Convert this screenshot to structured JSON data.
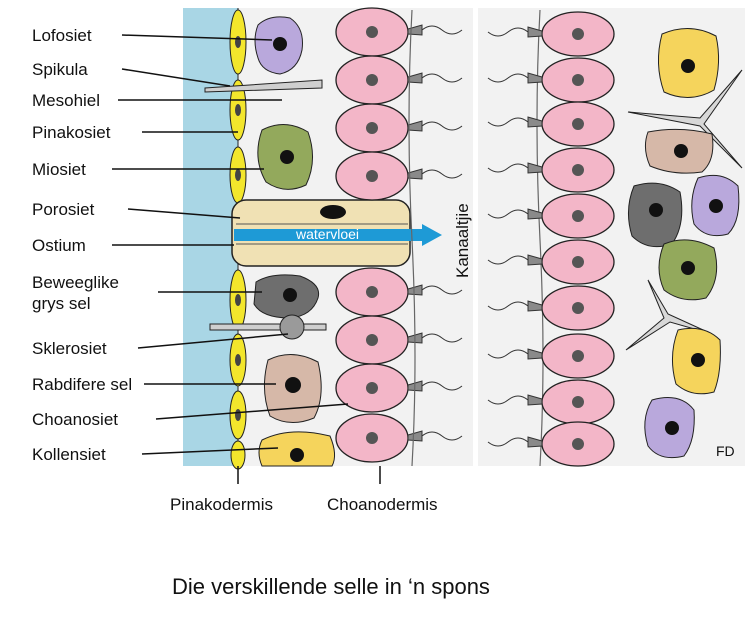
{
  "labels": {
    "lofosiet": "Lofosiet",
    "spikula": "Spikula",
    "mesohiel": "Mesohiel",
    "pinakosiet": "Pinakosiet",
    "miosiet": "Miosiet",
    "porosiet": "Porosiet",
    "ostium": "Ostium",
    "beweeglike_1": "Beweeglike",
    "beweeglike_2": "grys sel",
    "sklerosiet": "Sklerosiet",
    "rabdifere": "Rabdifere sel",
    "choanosiet": "Choanosiet",
    "kollensiet": "Kollensiet"
  },
  "bottom_labels": {
    "pinakodermis": "Pinakodermis",
    "choanodermis": "Choanodermis"
  },
  "waterflow": "watervloei",
  "kanaaltjie": "Kanaaltjie",
  "signature": "FD",
  "caption": "Die verskillende selle in ‘n spons",
  "colors": {
    "water": "#a9d6e5",
    "pinacocyte": "#f3e62c",
    "choanocyte": "#f3b6c8",
    "lophocyte": "#b9a8dc",
    "myocyte": "#93a95c",
    "porocyte": "#f0e1b4",
    "grey_cell": "#6e6e6e",
    "rhabdiferous": "#d6b8a8",
    "collencyte": "#f5d45c",
    "arrow": "#1e9ad6"
  }
}
